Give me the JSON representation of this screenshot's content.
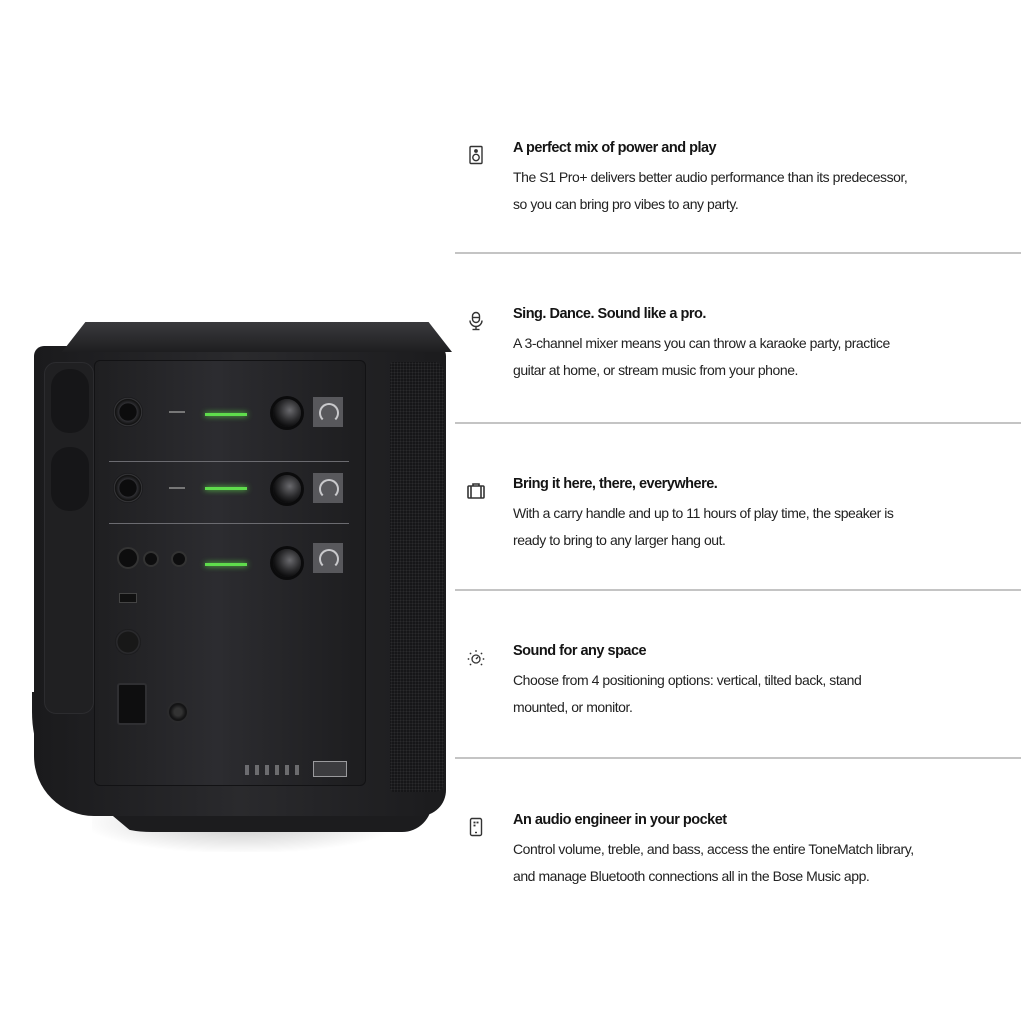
{
  "product_image": {
    "alt": "Bose S1 Pro+ portable PA speaker, rear input panel view",
    "accent_led_color": "#5fdc4c",
    "channels": 3
  },
  "features": [
    {
      "icon": "speaker-icon",
      "title": "A perfect mix of power and play",
      "description": "The S1 Pro+ delivers better audio performance than its predecessor,\nso you can bring pro vibes to any party."
    },
    {
      "icon": "microphone-icon",
      "title": "Sing. Dance. Sound like a pro.",
      "description": "A 3-channel mixer means you can throw a karaoke party, practice\nguitar at home, or stream music from your phone."
    },
    {
      "icon": "suitcase-icon",
      "title": "Bring it here, there, everywhere.",
      "description": "With a carry handle and up to 11 hours of play time, the speaker is\nready to bring to any larger hang out."
    },
    {
      "icon": "sun-dial-icon",
      "title": "Sound for any space",
      "description": "Choose from 4 positioning options: vertical, tilted back, stand\nmounted, or monitor."
    },
    {
      "icon": "phone-app-icon",
      "title": "An audio engineer in your pocket",
      "description": "Control volume, treble, and bass, access the entire ToneMatch library,\nand manage Bluetooth connections all in the Bose Music app."
    }
  ],
  "colors": {
    "text": "#141414",
    "divider": "#c4c4c4",
    "background": "#ffffff"
  }
}
